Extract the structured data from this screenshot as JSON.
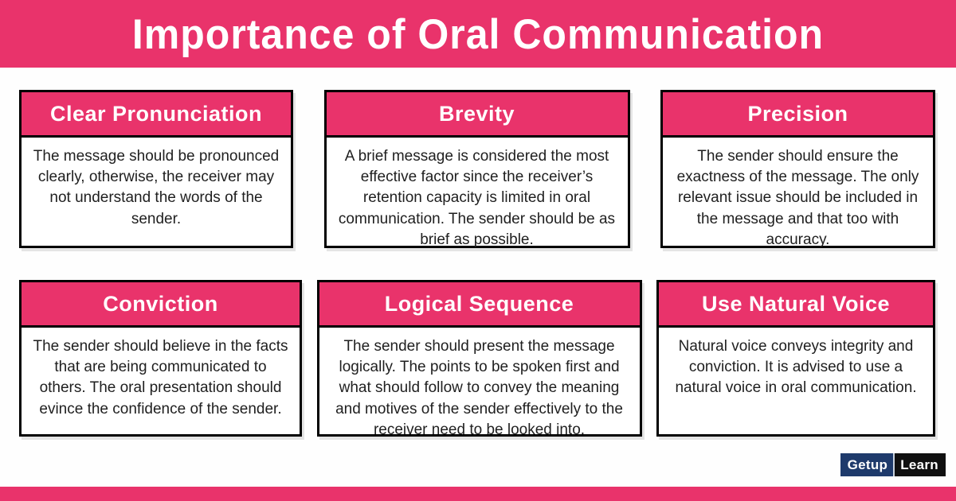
{
  "page": {
    "title": "Importance of Oral Communication"
  },
  "theme": {
    "accent": "#E9336B",
    "text": "#1F1F1F",
    "card_border": "#000000",
    "background": "#FEFEFE",
    "logo_navy": "#1E3A6B",
    "logo_black": "#101010"
  },
  "cards": [
    {
      "title": "Clear Pronunciation",
      "body": "The message should be pronounced clearly, otherwise, the receiver may not understand the words of the sender."
    },
    {
      "title": "Brevity",
      "body": "A brief message is considered the most effective factor since the receiver’s retention capacity is limited in oral communication. The sender should be as brief as possible."
    },
    {
      "title": "Precision",
      "body": "The sender should ensure the exactness of the message. The only relevant issue should be included in the message and that too with accuracy."
    },
    {
      "title": "Conviction",
      "body": "The sender should believe in the facts that are being communicated to others. The oral presentation should evince the confidence of the sender."
    },
    {
      "title": "Logical Sequence",
      "body": "The sender should present the message logically. The points to be spoken first and what should follow to convey the meaning and motives of the sender effectively to the receiver need to be looked into."
    },
    {
      "title": "Use Natural Voice",
      "body": "Natural voice conveys integrity and conviction. It is advised to use a natural voice in oral communication."
    }
  ],
  "footer": {
    "logo_part1": "Getup",
    "logo_part2": "Learn"
  }
}
